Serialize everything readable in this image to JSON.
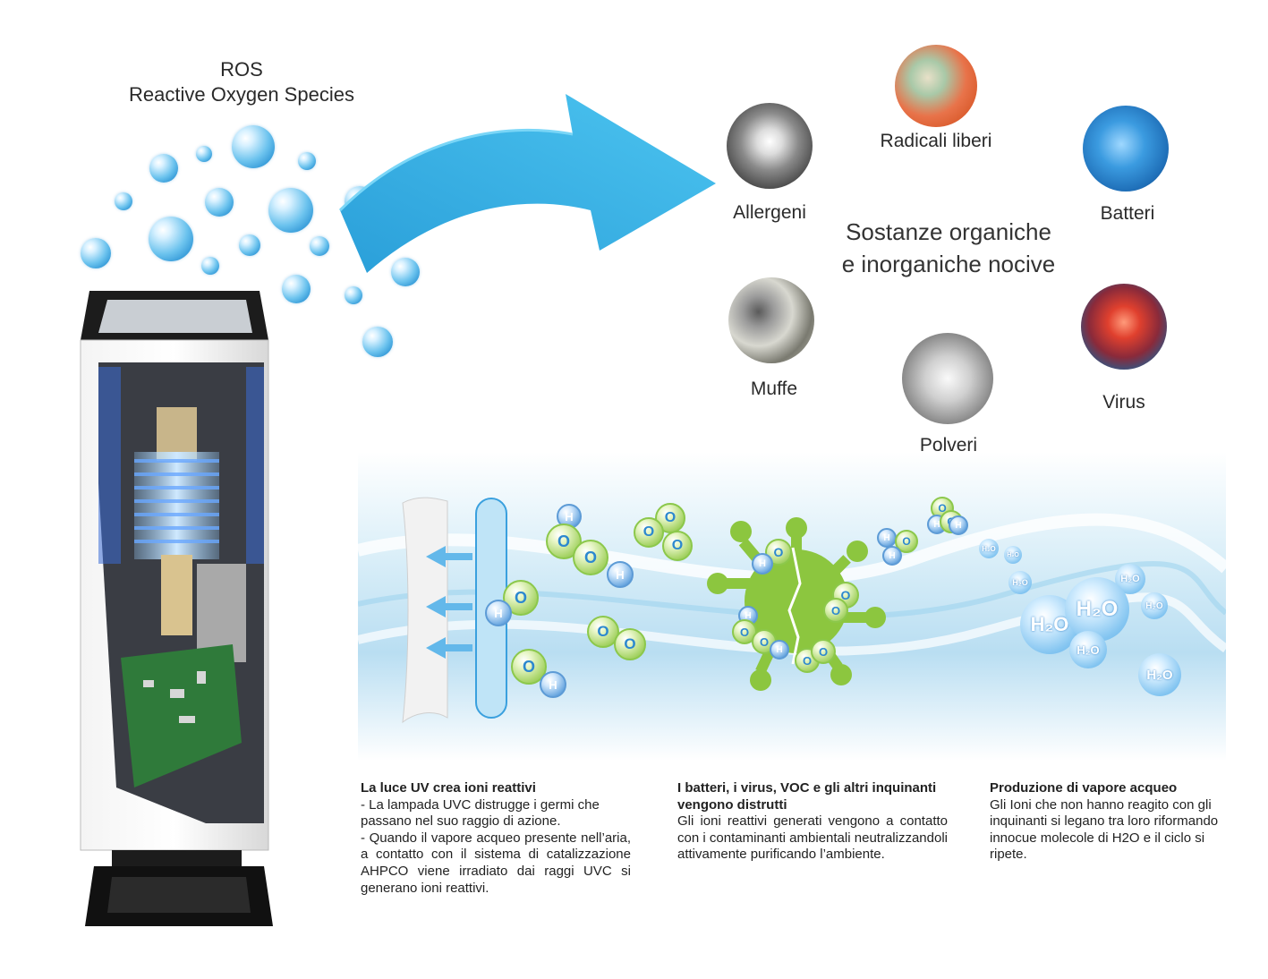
{
  "ros": {
    "line1": "ROS",
    "line2": "Reactive Oxygen Species"
  },
  "pollutants": {
    "center_line1": "Sostanze organiche",
    "center_line2": "e inorganiche nocive",
    "items": [
      {
        "label": "Radicali liberi"
      },
      {
        "label": "Allergeni"
      },
      {
        "label": "Batteri"
      },
      {
        "label": "Muffe"
      },
      {
        "label": "Virus"
      },
      {
        "label": "Polveri"
      }
    ]
  },
  "molecules": {
    "o": "O",
    "h": "H",
    "h2o": "H₂O"
  },
  "columns": [
    {
      "title": "La luce UV crea ioni reattivi",
      "para1": "- La lampada UVC distrugge i germi che passano nel suo raggio di azione.",
      "para2": "- Quando il vapore acqueo presente nell’aria, a contatto con il sistema di catalizzazione AHPCO viene irradiato dai raggi UVC si generano  ioni reattivi."
    },
    {
      "title": "I batteri, i virus,  VOC e gli altri inquinanti vengono distrutti",
      "para1": "Gli ioni reattivi generati  vengono a contatto con i contaminanti ambientali neutralizzandoli attivamente purificando l’ambiente."
    },
    {
      "title": "Produzione di vapore acqueo",
      "para1": "Gli Ioni che non hanno reagito con gli inquinanti si legano tra loro riformando innocue molecole di H2O e il ciclo si ripete."
    }
  ],
  "colors": {
    "arrow": "#33b0e6",
    "bubble": "#6cc3ee",
    "green_molecule": "#a9d56a",
    "blue_molecule": "#3b7cc5",
    "virus_green": "#8cc63f"
  }
}
